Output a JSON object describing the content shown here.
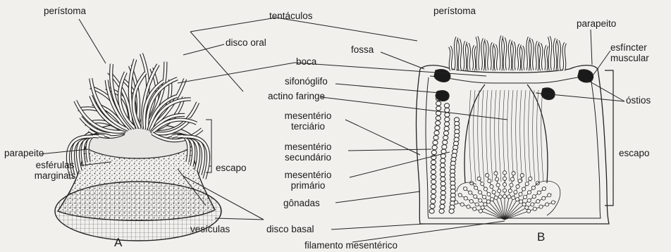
{
  "figure_a": {
    "panel_letter": "A",
    "labels": {
      "peristoma": "perístoma",
      "tentaculos": "tentáculos",
      "disco_oral": "disco oral",
      "boca": "boca",
      "parapeito": "parapeito",
      "esferulas_marginais_l1": "esférulas",
      "esferulas_marginais_l2": "marginais",
      "escapo": "escapo",
      "vesiculas": "vesículas",
      "disco_basal": "disco basal"
    }
  },
  "figure_b": {
    "panel_letter": "B",
    "labels": {
      "peristoma": "perístoma",
      "parapeito": "parapeito",
      "fossa": "fossa",
      "esfincter_l1": "esfíncter",
      "esfincter_l2": "muscular",
      "sifonoglifo": "sifonóglifo",
      "actinofaringe": "actino faringe",
      "ostios": "óstios",
      "mesenterio_terciario_l1": "mesentério",
      "mesenterio_terciario_l2": "terciário",
      "escapo": "escapo",
      "mesenterio_secundario_l1": "mesentério",
      "mesenterio_secundario_l2": "secundário",
      "mesenterio_primario_l1": "mesentério",
      "mesenterio_primario_l2": "primário",
      "gonadas": "gônadas",
      "filamento_mesenterico": "filamento mesentérico"
    }
  },
  "colors": {
    "background": "#f2f0ed",
    "ink": "#1a1a1a"
  }
}
